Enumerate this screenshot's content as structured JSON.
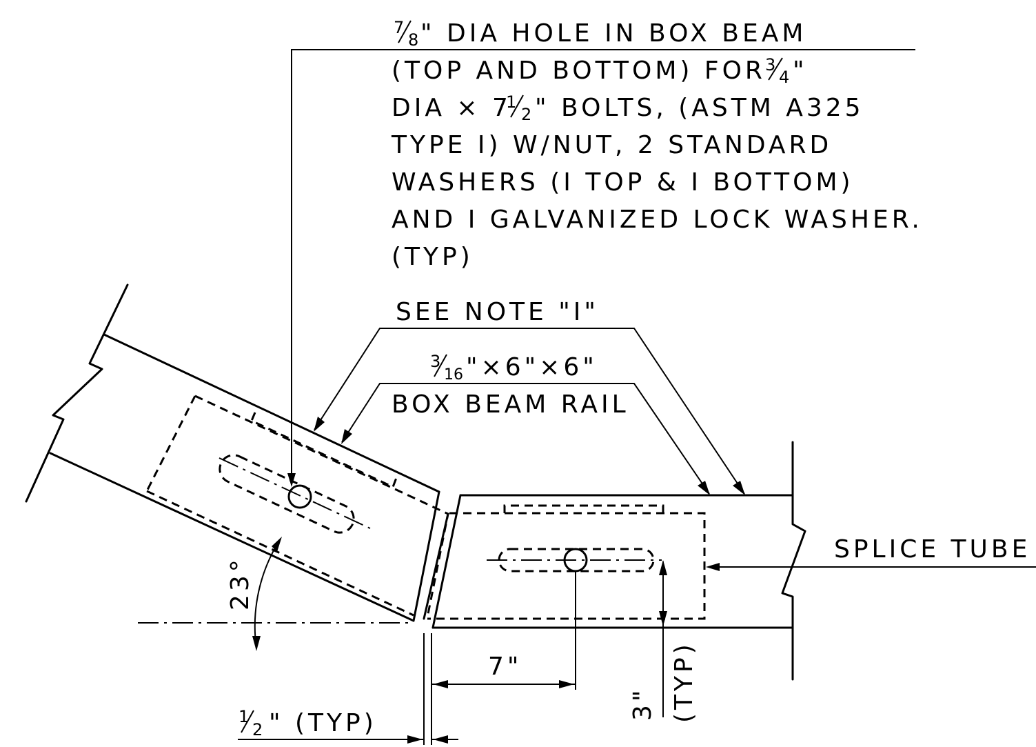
{
  "notes": {
    "hole_note": {
      "line1_fraction_num": "7",
      "line1_fraction_den": "8",
      "line1_rest": "\" DIA HOLE IN BOX BEAM",
      "line2_a": "(TOP AND BOTTOM) FOR ",
      "line2_fraction_num": "3",
      "line2_fraction_den": "4",
      "line2_b": "\"",
      "line3_a": "DIA × 7",
      "line3_fraction_num": "1",
      "line3_fraction_den": "2",
      "line3_b": "\" BOLTS, (ASTM A325",
      "line4": "TYPE I) W/NUT, 2 STANDARD",
      "line5": "WASHERS (I TOP & I BOTTOM)",
      "line6": "AND I GALVANIZED LOCK WASHER.",
      "line7": "(TYP)"
    },
    "see_note": "SEE NOTE \"I\"",
    "rail_note": {
      "fraction_num": "3",
      "fraction_den": "16",
      "size_rest": "\"×6\"×6\"",
      "label": "BOX BEAM RAIL"
    },
    "splice_tube": "SPLICE TUBE"
  },
  "dimensions": {
    "angle": "23°",
    "seven_inch": "7\"",
    "three_inch": "3\"",
    "three_inch_typ": "(TYP)",
    "half_fraction_num": "1",
    "half_fraction_den": "2",
    "half_rest": "\"  (TYP)"
  },
  "colors": {
    "line": "#000000",
    "background": "#ffffff"
  }
}
